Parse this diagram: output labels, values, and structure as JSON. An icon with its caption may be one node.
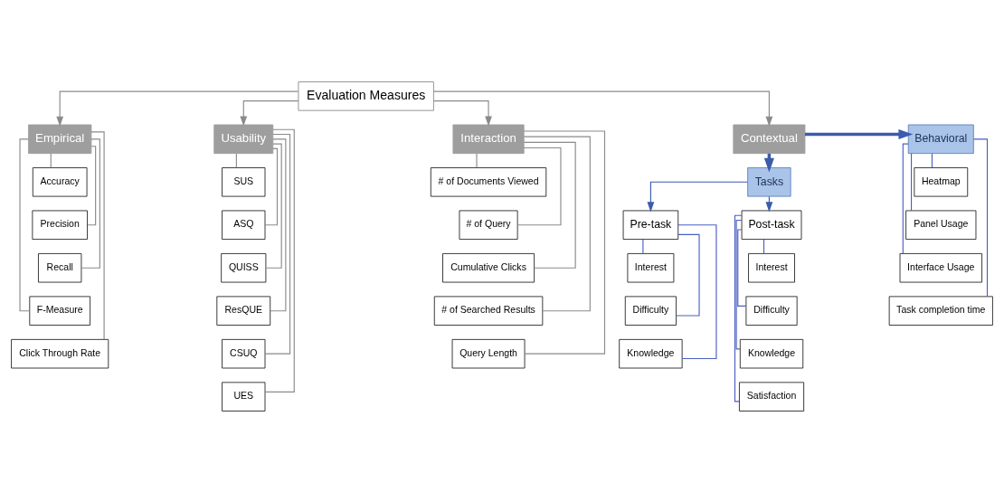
{
  "diagram": {
    "nodes": [
      {
        "text": [
          "Evaluation Measures"
        ]
      },
      {
        "text": [
          "Empirical"
        ]
      },
      {
        "text": [
          "Usability"
        ]
      },
      {
        "text": [
          "Interaction"
        ]
      },
      {
        "text": [
          "Contextual"
        ]
      },
      {
        "text": [
          "Behavioral"
        ]
      },
      {
        "text": [
          "Tasks"
        ]
      },
      {
        "text": [
          "Pre-task"
        ]
      },
      {
        "text": [
          "Post-task"
        ]
      },
      {
        "text": [
          "Accuracy"
        ]
      },
      {
        "text": [
          "Precision"
        ]
      },
      {
        "text": [
          "Recall"
        ]
      },
      {
        "text": [
          "F-Measure"
        ]
      },
      {
        "text": [
          "Click Through Rate"
        ]
      },
      {
        "text": [
          "SUS"
        ]
      },
      {
        "text": [
          "ASQ"
        ]
      },
      {
        "text": [
          "QUISS"
        ]
      },
      {
        "text": [
          "ResQUE"
        ]
      },
      {
        "text": [
          "CSUQ"
        ]
      },
      {
        "text": [
          "UES"
        ]
      },
      {
        "text": [
          "# of Documents Viewed"
        ]
      },
      {
        "text": [
          "# of Query"
        ]
      },
      {
        "text": [
          "Cumulative Clicks"
        ]
      },
      {
        "text": [
          "# of Searched Results"
        ]
      },
      {
        "text": [
          "Query Length"
        ]
      },
      {
        "text": [
          "Interest"
        ]
      },
      {
        "text": [
          "Difficulty"
        ]
      },
      {
        "text": [
          "Knowledge"
        ]
      },
      {
        "text": [
          "Interest"
        ]
      },
      {
        "text": [
          "Difficulty"
        ]
      },
      {
        "text": [
          "Knowledge"
        ]
      },
      {
        "text": [
          "Satisfaction"
        ]
      },
      {
        "text": [
          "Heatmap"
        ]
      },
      {
        "text": [
          "Panel Usage"
        ]
      },
      {
        "text": [
          "Interface Usage"
        ]
      },
      {
        "text": [
          "Task completion time"
        ]
      }
    ],
    "edges": [
      {
        "from": 0,
        "to": 1,
        "arrow": "to"
      },
      {
        "from": 0,
        "to": 2,
        "arrow": "to"
      },
      {
        "from": 0,
        "to": 3,
        "arrow": "to"
      },
      {
        "from": 0,
        "to": 4,
        "arrow": "to"
      },
      {
        "from": 4,
        "to": 5,
        "arrow": "to",
        "style": "thick",
        "color": "#3b5bab"
      },
      {
        "from": 4,
        "to": 6,
        "arrow": "to",
        "style": "thick",
        "color": "#3b5bab"
      },
      {
        "from": 6,
        "to": 7,
        "arrow": "to",
        "color": "#3b5bab"
      },
      {
        "from": 6,
        "to": 8,
        "arrow": "to",
        "color": "#3b5bab"
      },
      {
        "from": 1,
        "to": 9,
        "arrow": "none"
      },
      {
        "from": 1,
        "to": 10,
        "arrow": "none"
      },
      {
        "from": 1,
        "to": 11,
        "arrow": "none"
      },
      {
        "from": 1,
        "to": 12,
        "arrow": "none"
      },
      {
        "from": 1,
        "to": 13,
        "arrow": "none"
      },
      {
        "from": 2,
        "to": 14,
        "arrow": "none"
      },
      {
        "from": 2,
        "to": 15,
        "arrow": "none"
      },
      {
        "from": 2,
        "to": 16,
        "arrow": "none"
      },
      {
        "from": 2,
        "to": 17,
        "arrow": "none"
      },
      {
        "from": 2,
        "to": 18,
        "arrow": "none"
      },
      {
        "from": 2,
        "to": 19,
        "arrow": "none"
      },
      {
        "from": 3,
        "to": 20,
        "arrow": "none"
      },
      {
        "from": 3,
        "to": 21,
        "arrow": "none"
      },
      {
        "from": 3,
        "to": 22,
        "arrow": "none"
      },
      {
        "from": 3,
        "to": 23,
        "arrow": "none"
      },
      {
        "from": 3,
        "to": 24,
        "arrow": "none"
      },
      {
        "from": 7,
        "to": 25,
        "arrow": "none",
        "color": "#4a5fc1"
      },
      {
        "from": 7,
        "to": 26,
        "arrow": "none",
        "color": "#4a5fc1"
      },
      {
        "from": 7,
        "to": 27,
        "arrow": "none",
        "color": "#4a5fc1"
      },
      {
        "from": 8,
        "to": 28,
        "arrow": "none",
        "color": "#4a5fc1"
      },
      {
        "from": 8,
        "to": 29,
        "arrow": "none",
        "color": "#4a5fc1"
      },
      {
        "from": 8,
        "to": 30,
        "arrow": "none",
        "color": "#4a5fc1"
      },
      {
        "from": 8,
        "to": 31,
        "arrow": "none",
        "color": "#4a5fc1"
      },
      {
        "from": 5,
        "to": 32,
        "arrow": "none",
        "color": "#4a5fc1"
      },
      {
        "from": 5,
        "to": 33,
        "arrow": "none",
        "color": "#4a5fc1"
      },
      {
        "from": 5,
        "to": 34,
        "arrow": "none",
        "color": "#4a5fc1"
      },
      {
        "from": 5,
        "to": 35,
        "arrow": "none",
        "color": "#4a5fc1"
      }
    ]
  }
}
